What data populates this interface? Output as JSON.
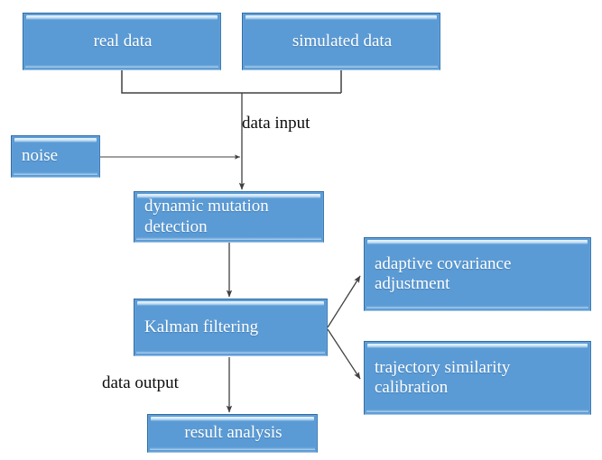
{
  "diagram": {
    "title": "Kalman filtering data processing flowchart",
    "background": "#ffffff",
    "node_fill": "#5b9bd5",
    "node_border": "#2f6ca3",
    "node_text_color": "#ffffff",
    "label_text_color": "#0d0d0d",
    "edge_color": "#404040",
    "nodes": [
      {
        "id": "real_data",
        "label": "real data",
        "align": "center"
      },
      {
        "id": "simulated_data",
        "label": "simulated data",
        "align": "center"
      },
      {
        "id": "noise",
        "label": "noise",
        "align": "left"
      },
      {
        "id": "dynamic",
        "line1": "dynamic mutation",
        "line2": "detection",
        "align": "left"
      },
      {
        "id": "kalman",
        "label": "Kalman filtering",
        "align": "left"
      },
      {
        "id": "adaptive",
        "line1": "adaptive covariance",
        "line2": "adjustment",
        "align": "left"
      },
      {
        "id": "trajectory",
        "line1": "trajectory similarity",
        "line2": "calibration",
        "align": "left"
      },
      {
        "id": "result",
        "label": "result analysis",
        "align": "center"
      }
    ],
    "edge_labels": [
      {
        "id": "data_input",
        "text": "data input"
      },
      {
        "id": "data_output",
        "text": "data output"
      }
    ],
    "edges": [
      {
        "from": "real_data",
        "to": "dynamic",
        "kind": "elbow-merge"
      },
      {
        "from": "simulated_data",
        "to": "dynamic",
        "kind": "elbow-merge"
      },
      {
        "from": "noise",
        "to": "dynamic",
        "kind": "horizontal-join"
      },
      {
        "from": "dynamic",
        "to": "kalman",
        "kind": "straight-down"
      },
      {
        "from": "kalman",
        "to": "adaptive",
        "kind": "diagonal-up-right"
      },
      {
        "from": "kalman",
        "to": "trajectory",
        "kind": "diagonal-down-right"
      },
      {
        "from": "kalman",
        "to": "result",
        "kind": "straight-down"
      }
    ]
  }
}
